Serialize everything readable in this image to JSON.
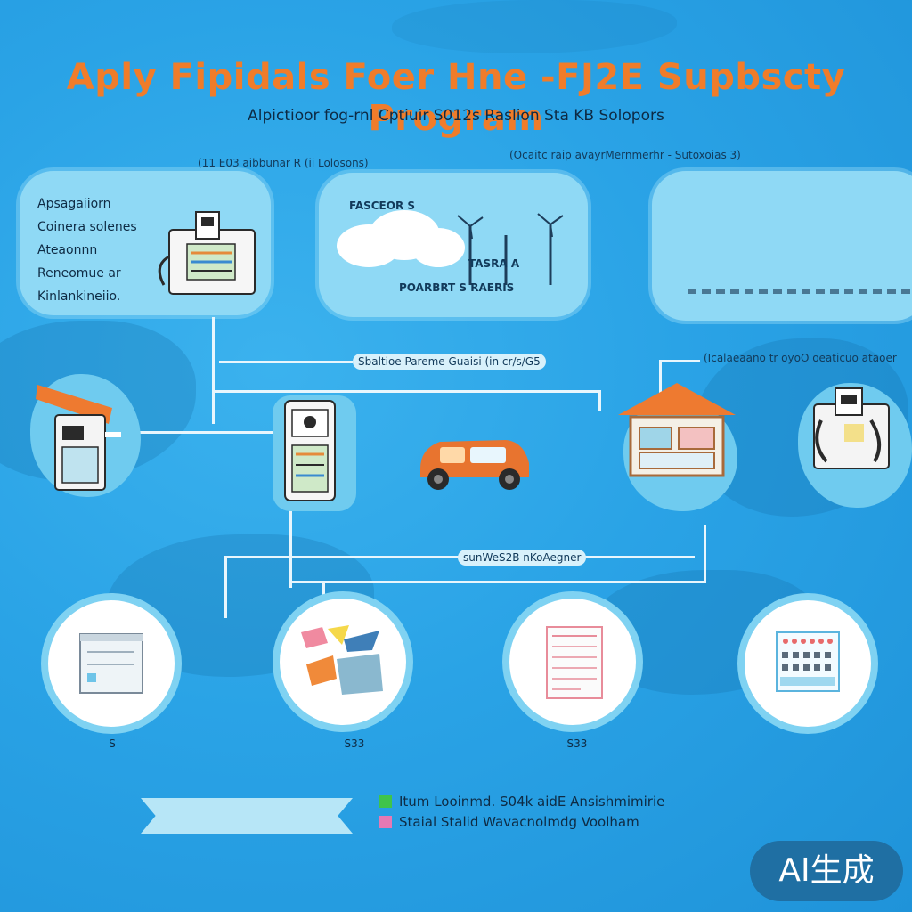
{
  "title": "Aply Fipidals Foer Hne  -FJ2E Supbscty Program",
  "subtitle": "Alpictioor fog-rnl Cptiuir S012s Raslion Sta KB Solopors",
  "captions": {
    "top_left": "(11 E03 aibbunar R (ii Lolosons)",
    "top_right": "(Ocaitc raip avayrMernmerhr - Sutoxoias 3)",
    "mid_left": "Sbaltioe Pareme Guaisi (in cr/s/G5",
    "mid_right": "(Icalaeaano tr oyoO oeaticuo ataoer",
    "lower_center": "sunWeS2B nKoAegner"
  },
  "panel_left_lines": [
    "Apsagaiiorn",
    "Coinera solenes",
    "Ateaonnn",
    "Reneomue ar",
    "Kinlankineiio."
  ],
  "panel_mid_labels": {
    "top": "FASCEOR S",
    "right": "TASRA A",
    "bottom": "POARBRT S RAERIS"
  },
  "circle_labels": [
    "S",
    "S33",
    "S33",
    ""
  ],
  "legend": [
    {
      "color": "#3fc44a",
      "text": "Itum Looinmd. S04k aidE Ansishmimirie"
    },
    {
      "color": "#e679b4",
      "text": "Staial  Stalid  Wavacnolmdg  Voolham"
    }
  ],
  "badge": "AI生成",
  "colors": {
    "background": "#2aa3e6",
    "title": "#f07c2a",
    "panel": "#8fd9f5",
    "connector": "#e8f6fd",
    "car": "#e8742f",
    "roof": "#ee7a30"
  },
  "icons": [
    "ev-charger-icon",
    "car-icon",
    "house-icon",
    "cloud-icon",
    "document-icon",
    "calendar-icon",
    "map-pieces-icon",
    "form-icon"
  ]
}
